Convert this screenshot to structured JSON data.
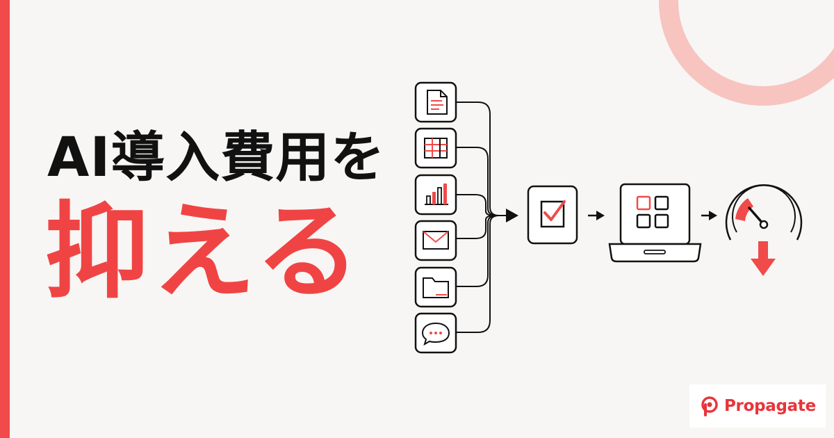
{
  "headline": {
    "line1": "AI導入費用を",
    "line2": "抑える"
  },
  "brand": {
    "name": "Propagate",
    "color": "#e8343a"
  },
  "colors": {
    "accent": "#f04a4a",
    "ink": "#111111",
    "ring": "#f7c4c0",
    "background": "#f7f6f4"
  },
  "icons": {
    "sources": [
      "document-icon",
      "spreadsheet-icon",
      "bar-chart-icon",
      "mail-icon",
      "folder-icon",
      "chat-icon"
    ],
    "steps": [
      "checkbox-icon",
      "laptop-dashboard-icon",
      "gauge-icon",
      "down-arrow-icon"
    ]
  }
}
